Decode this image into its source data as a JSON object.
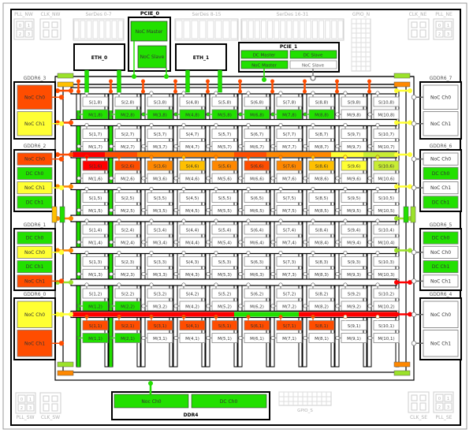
{
  "colors": {
    "green": "#22e000",
    "lime": "#9be22a",
    "red": "#ff0000",
    "red_orange": "#ff4d00",
    "orange": "#ff8800",
    "amber": "#ffc000",
    "yellow": "#ffff33",
    "yellow_green": "#c8ec33",
    "white": "#ffffff",
    "gray_text": "#b0b0b0",
    "black": "#000000"
  },
  "top": {
    "pll_nw": {
      "label": "PLL_NW",
      "cells": [
        "0",
        "1",
        "2",
        "3"
      ]
    },
    "clk_nw": {
      "label": "CLK_NW"
    },
    "serdes_0_7": {
      "label": "SerDes 0-7"
    },
    "serdes_8_15": {
      "label": "SerDes 8-15"
    },
    "serdes_16_31": {
      "label": "SerDes 16-31"
    },
    "gpio_n": {
      "label": "GPIO_N"
    },
    "clk_ne": {
      "label": "CLK_NE"
    },
    "pll_ne": {
      "label": "PLL_NE",
      "cells": [
        "0",
        "1",
        "2",
        "3"
      ]
    },
    "pcie_0": {
      "label": "PCIE_0",
      "master": "NoC Master",
      "slave": "NoC Slave"
    },
    "eth_0": {
      "label": "ETH_0"
    },
    "eth_1": {
      "label": "ETH_1"
    },
    "pcie_1": {
      "label": "PCIE_1",
      "dc_master": "DC Master",
      "dc_slave": "DC Slave",
      "noc_master": "NoC Master",
      "noc_slave": "NoC Slave"
    }
  },
  "bottom": {
    "pll_sw": {
      "label": "PLL_SW",
      "cells": [
        "0",
        "1",
        "2",
        "3"
      ]
    },
    "clk_sw": {
      "label": "CLK_SW"
    },
    "ddr4": {
      "label": "DDR4",
      "ch0": "Noc Ch0",
      "dc_ch0": "DC Ch0"
    },
    "gpio_s": {
      "label": "GPIO_S"
    },
    "clk_se": {
      "label": "CLK_SE"
    },
    "pll_se": {
      "label": "PLL_SE",
      "cells": [
        "0",
        "1",
        "2",
        "3"
      ]
    }
  },
  "gddr_left": [
    {
      "label": "GDDR6_3",
      "channels": [
        {
          "name": "NoC Ch0",
          "color": "red_orange"
        },
        {
          "name": "NoC Ch1",
          "color": "yellow"
        }
      ]
    },
    {
      "label": "GDDR6_2",
      "channels": [
        {
          "name": "NoC Ch0",
          "color": "red_orange"
        },
        {
          "name": "DC Ch0",
          "color": "green"
        },
        {
          "name": "NoC Ch1",
          "color": "yellow"
        },
        {
          "name": "DC Ch1",
          "color": "green"
        }
      ]
    },
    {
      "label": "GDDR6_1",
      "channels": [
        {
          "name": "DC Ch0",
          "color": "green"
        },
        {
          "name": "NoC Ch0",
          "color": "yellow"
        },
        {
          "name": "DC Ch1",
          "color": "green"
        },
        {
          "name": "NoC Ch1",
          "color": "red_orange"
        }
      ]
    },
    {
      "label": "GDDR6_0",
      "channels": [
        {
          "name": "NoC Ch0",
          "color": "yellow"
        },
        {
          "name": "NoC Ch1",
          "color": "red_orange"
        }
      ]
    }
  ],
  "gddr_right": [
    {
      "label": "GDDR6_7",
      "channels": [
        {
          "name": "NoC Ch0",
          "color": "white"
        },
        {
          "name": "NoC Ch1",
          "color": "white"
        }
      ]
    },
    {
      "label": "GDDR6_6",
      "channels": [
        {
          "name": "NoC Ch0",
          "color": "white"
        },
        {
          "name": "DC Ch0",
          "color": "green"
        },
        {
          "name": "NoC Ch1",
          "color": "white"
        },
        {
          "name": "DC Ch1",
          "color": "green"
        }
      ]
    },
    {
      "label": "GDDR6_5",
      "channels": [
        {
          "name": "DC Ch0",
          "color": "green"
        },
        {
          "name": "NoC Ch0",
          "color": "white"
        },
        {
          "name": "DC Ch1",
          "color": "green"
        },
        {
          "name": "NoC Ch1",
          "color": "white"
        }
      ]
    },
    {
      "label": "GDDR6_4",
      "channels": [
        {
          "name": "NoC Ch0",
          "color": "white"
        },
        {
          "name": "NoC Ch1",
          "color": "white"
        }
      ]
    }
  ],
  "grid": {
    "columns": 10,
    "rows": [
      8,
      7,
      6,
      5,
      4,
      3,
      2,
      1
    ],
    "slave_colors": {
      "6": [
        "red",
        "red_orange",
        "orange",
        "amber",
        "orange",
        "red_orange",
        "orange",
        "amber",
        "yellow",
        "yellow_green"
      ],
      "1": [
        "red_orange",
        "red_orange",
        "red_orange",
        "red_orange",
        "red_orange",
        "red_orange",
        "red_orange",
        "red_orange",
        "white",
        "white"
      ]
    },
    "master_colors": {
      "8": [
        "green",
        "green",
        "green",
        "green",
        "green",
        "green",
        "green",
        "green",
        "white",
        "white"
      ],
      "2": [
        "green",
        "green",
        "white",
        "white",
        "white",
        "white",
        "white",
        "white",
        "white",
        "white"
      ],
      "1": [
        "green",
        "green",
        "white",
        "white",
        "white",
        "white",
        "white",
        "white",
        "white",
        "white"
      ]
    },
    "row_bus_colors": {
      "6": [
        "red",
        "red_orange",
        "orange",
        "orange",
        "orange",
        "red_orange",
        "orange",
        "orange",
        "yellow",
        "yellow_green"
      ],
      "1": [
        "red",
        "red",
        "red",
        "red",
        "red",
        "green",
        "green",
        "red",
        "red",
        "red"
      ]
    },
    "left_port_colors": [
      "red_orange",
      "red_orange",
      "red_orange",
      "orange",
      "orange",
      "orange",
      "lime",
      "yellow"
    ],
    "right_port_colors": [
      "yellow",
      "yellow",
      "yellow",
      "yellow",
      "lime",
      "lime",
      "red",
      "red"
    ],
    "green_column_rails": [
      1,
      2
    ]
  }
}
